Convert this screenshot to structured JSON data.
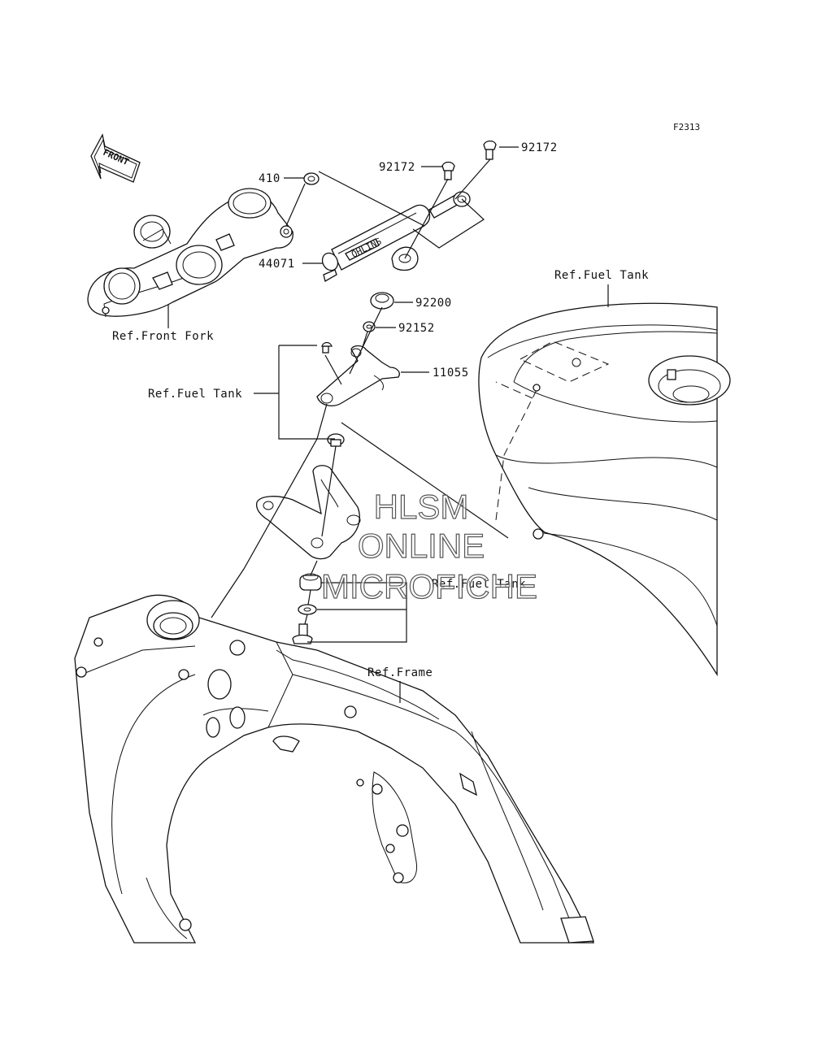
{
  "figure_code": "F2313",
  "front_arrow_text": "FRONT",
  "callouts": {
    "c_92172_top": "92172",
    "c_92172_left": "92172",
    "c_410": "410",
    "c_44071": "44071",
    "c_92200": "92200",
    "c_92152": "92152",
    "c_11055": "11055"
  },
  "references": {
    "front_fork": "Ref.Front Fork",
    "fuel_tank_right": "Ref.Fuel Tank",
    "fuel_tank_left": "Ref.Fuel Tank",
    "fuel_tank_mid": "Ref.Fuel Tank",
    "frame": "Ref.Frame"
  },
  "watermark": {
    "line1": "HLSM",
    "line2": "ONLINE",
    "line3": "MICROFICHE"
  }
}
